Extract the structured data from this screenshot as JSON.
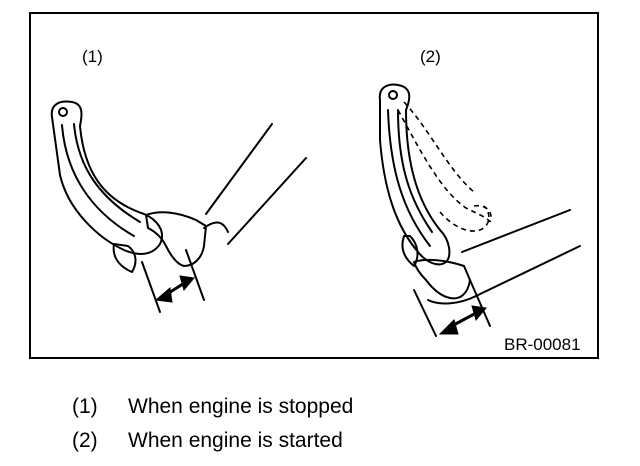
{
  "figure": {
    "panel_1_label": "(1)",
    "panel_2_label": "(2)",
    "figure_code": "BR-00081"
  },
  "legend": [
    {
      "num": "(1)",
      "text": "When engine is stopped"
    },
    {
      "num": "(2)",
      "text": "When engine is started"
    }
  ]
}
